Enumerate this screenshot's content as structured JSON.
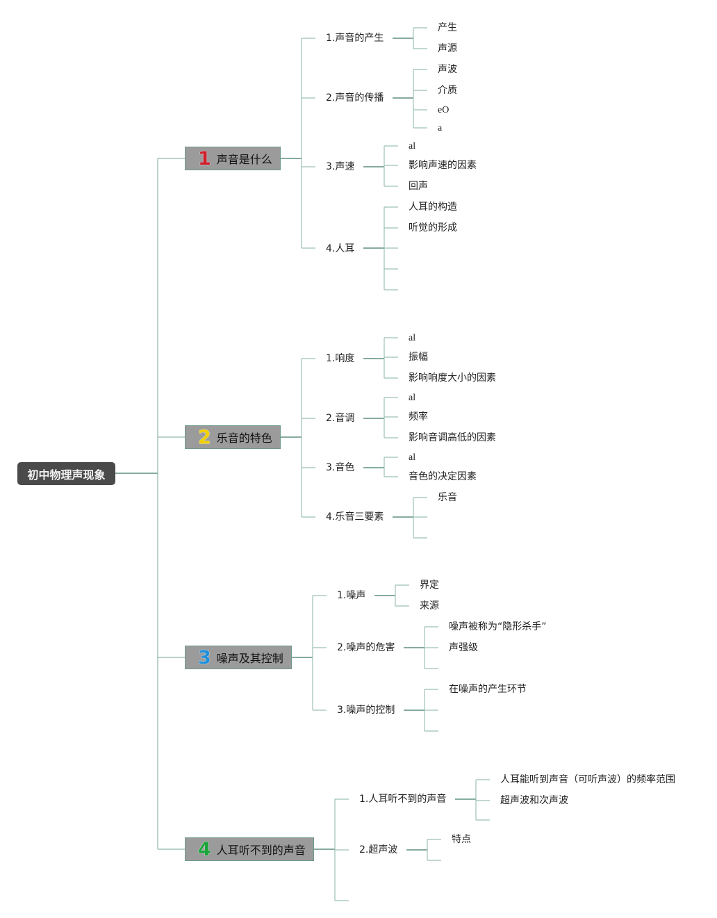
{
  "root": {
    "label": "初中物理声现象"
  },
  "colors": {
    "line": "#5f8f80",
    "root_bg": "#4a4a4a",
    "branch_bg": "#9b9b9b",
    "num1": "#d0202c",
    "num2": "#f0d000",
    "num3": "#1f8fdc",
    "num4": "#1aa53a"
  },
  "branches": [
    {
      "num": "1",
      "label": "声音是什么",
      "subs": [
        {
          "label": "1.声音的产生",
          "leaves": [
            "产生",
            "声源"
          ]
        },
        {
          "label": "2.声音的传播",
          "leaves": [
            "声波",
            "介质",
            "eO",
            "a"
          ]
        },
        {
          "label": "3.声速",
          "leaves": [
            "al",
            "影响声速的因素",
            "回声"
          ]
        },
        {
          "label": "4.人耳",
          "leaves": [
            "人耳的构造",
            "听觉的形成"
          ]
        }
      ]
    },
    {
      "num": "2",
      "label": "乐音的特色",
      "subs": [
        {
          "label": "1.响度",
          "leaves": [
            "al",
            "振幅",
            "影响响度大小的因素"
          ]
        },
        {
          "label": "2.音调",
          "leaves": [
            "al",
            "频率",
            "影响音调高低的因素"
          ]
        },
        {
          "label": "3.音色",
          "leaves": [
            "al",
            "音色的决定因素"
          ]
        },
        {
          "label": "4.乐音三要素",
          "leaves": [
            "乐音"
          ]
        }
      ]
    },
    {
      "num": "3",
      "label": "噪声及其控制",
      "subs": [
        {
          "label": "1.噪声",
          "leaves": [
            "界定",
            "来源"
          ]
        },
        {
          "label": "2.噪声的危害",
          "leaves": [
            "噪声被称为“隐形杀手”",
            "声强级"
          ]
        },
        {
          "label": "3.噪声的控制",
          "leaves": [
            "在噪声的产生环节"
          ]
        }
      ]
    },
    {
      "num": "4",
      "label": "人耳听不到的声音",
      "subs": [
        {
          "label": "1.人耳听不到的声音",
          "leaves": [
            "人耳能听到声音（可听声波）的频率范围",
            "超声波和次声波"
          ]
        },
        {
          "label": "2.超声波",
          "leaves": [
            "特点"
          ]
        }
      ]
    }
  ]
}
